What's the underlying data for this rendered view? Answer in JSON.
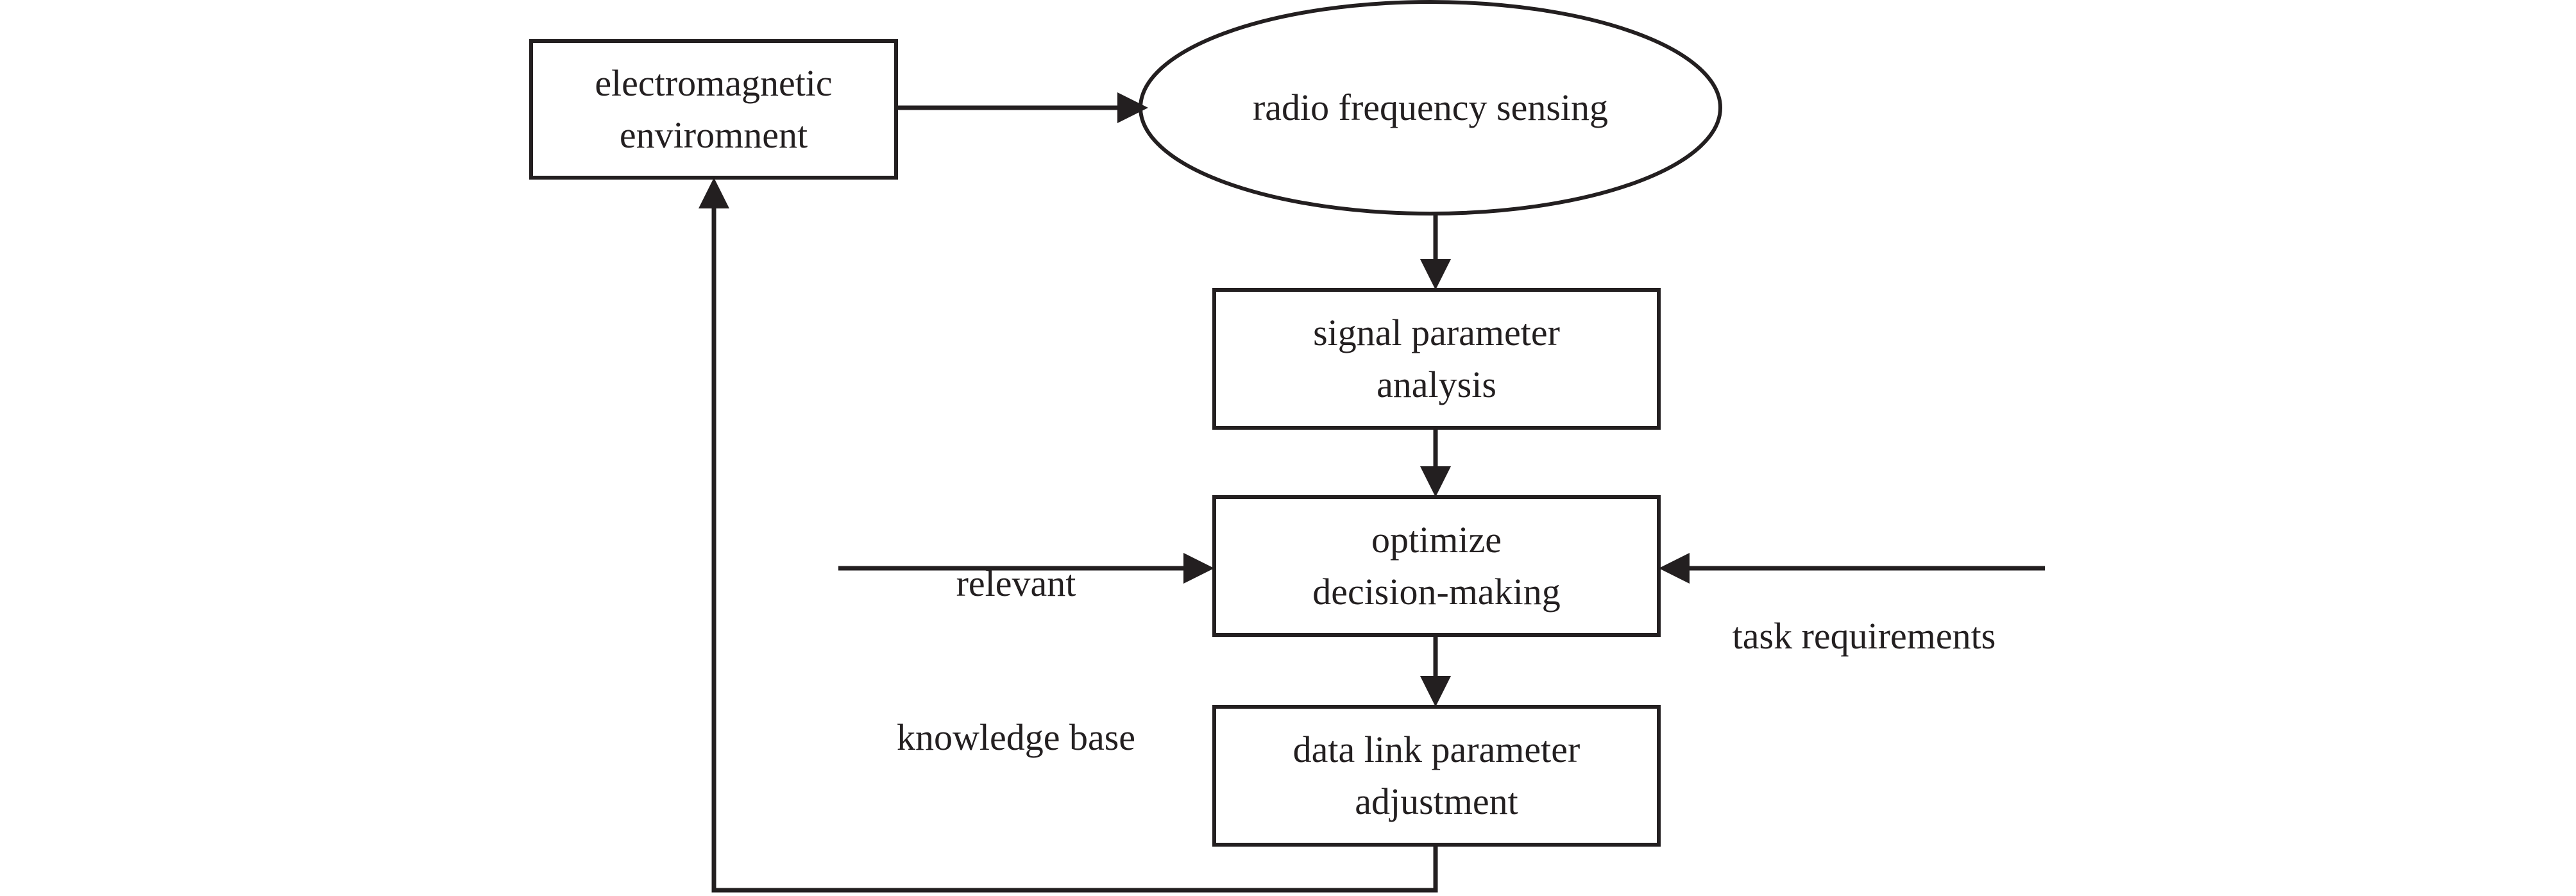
{
  "diagram": {
    "title": "radio frequency cognitive data link decision flow",
    "type": "flowchart",
    "colors": {
      "stroke": "#231f20",
      "fill": "#ffffff",
      "background": "#ffffff",
      "text": "#231f20"
    },
    "nodes": [
      {
        "id": "electromagnetic-environment",
        "shape": "rectangle",
        "lines": [
          "electromagnetic",
          "enviromnent"
        ]
      },
      {
        "id": "radio-frequency-sensing",
        "shape": "ellipse",
        "lines": [
          "radio frequency sensing"
        ]
      },
      {
        "id": "signal-parameter-analysis",
        "shape": "rectangle",
        "lines": [
          "signal parameter",
          "analysis"
        ]
      },
      {
        "id": "optimize-decision-making",
        "shape": "rectangle",
        "lines": [
          "optimize",
          "decision-making"
        ]
      },
      {
        "id": "data-link-parameter-adjustment",
        "shape": "rectangle",
        "lines": [
          "data link parameter",
          "adjustment"
        ]
      }
    ],
    "edge_labels": [
      {
        "id": "relevant-knowledge-base",
        "lines": [
          "relevant",
          "knowledge base"
        ],
        "direction": "right"
      },
      {
        "id": "task-requirements",
        "lines": [
          "task requirements"
        ],
        "direction": "left"
      }
    ],
    "edges": [
      {
        "id": "env-to-sensing",
        "from": "electromagnetic-environment",
        "to": "radio-frequency-sensing",
        "direction": "right"
      },
      {
        "id": "sensing-to-analysis",
        "from": "radio-frequency-sensing",
        "to": "signal-parameter-analysis",
        "direction": "down"
      },
      {
        "id": "analysis-to-decision",
        "from": "signal-parameter-analysis",
        "to": "optimize-decision-making",
        "direction": "down"
      },
      {
        "id": "knowledge-to-decision",
        "from": "relevant-knowledge-base",
        "to": "optimize-decision-making",
        "direction": "right"
      },
      {
        "id": "task-to-decision",
        "from": "task-requirements",
        "to": "optimize-decision-making",
        "direction": "left"
      },
      {
        "id": "decision-to-adjustment",
        "from": "optimize-decision-making",
        "to": "data-link-parameter-adjustment",
        "direction": "down"
      },
      {
        "id": "adjustment-to-env-feedback",
        "from": "data-link-parameter-adjustment",
        "to": "electromagnetic-environment",
        "direction": "up"
      }
    ]
  }
}
